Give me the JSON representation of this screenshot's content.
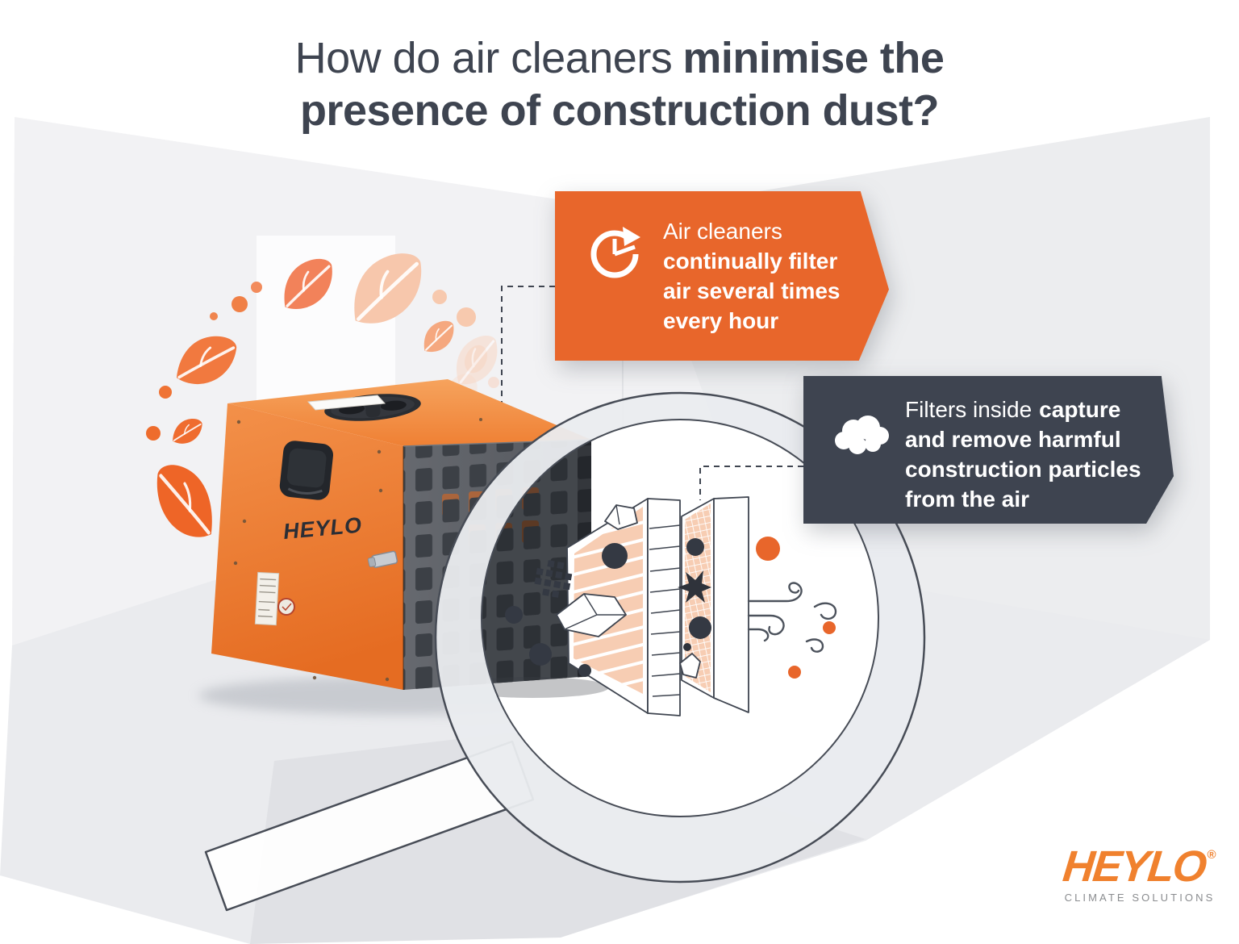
{
  "title": {
    "line1_regular": "How do air cleaners",
    "line1_bold": "minimise the",
    "line2_bold": "presence of construction dust?"
  },
  "callouts": {
    "frequency": {
      "icon": "clock-refresh-icon",
      "bg_color": "#E8662B",
      "line1": "Air cleaners",
      "line2": "continually filter",
      "line3": "air several times",
      "line4": "every hour"
    },
    "capture": {
      "icon": "dust-cloud-icon",
      "bg_color": "#3E4450",
      "line1_regular": "Filters inside",
      "line1_bold": "capture",
      "line2": "and remove harmful",
      "line3": "construction particles",
      "line4": "from the air"
    }
  },
  "machine": {
    "brand": "HEYLO"
  },
  "brand_logo": {
    "name": "HEYLO",
    "registered": "®",
    "tagline": "CLIMATE SOLUTIONS",
    "color": "#F0812E"
  },
  "colors": {
    "accent_orange": "#E8662B",
    "dark_slate": "#3E4450",
    "peach_filter": "#F7CDB3",
    "wall_gray": "#F2F2F4",
    "floor_gray": "#EAEBEE",
    "leaf_orange": "#EE6527",
    "white": "#FFFFFF"
  }
}
